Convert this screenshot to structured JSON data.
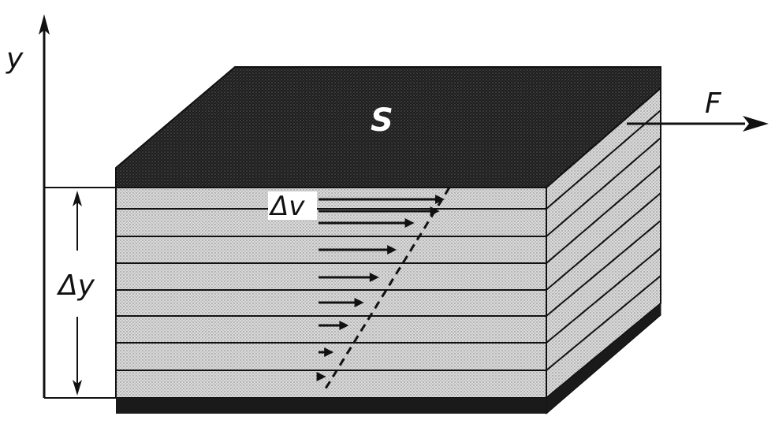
{
  "labels": {
    "y_axis": "y",
    "top_surface": "S",
    "force": "F",
    "delta_v": "Δv",
    "delta_y": "Δy"
  },
  "colors": {
    "ink": "#111111",
    "top_face": "#2a2a2a",
    "layer_fill": "#cfcfcf",
    "side_fill": "#d9d9d9",
    "background": "#ffffff"
  },
  "layers": {
    "count": 8
  },
  "velocity_arrows": [
    1.0,
    0.96,
    0.76,
    0.62,
    0.48,
    0.36,
    0.24,
    0.12,
    0.06
  ]
}
